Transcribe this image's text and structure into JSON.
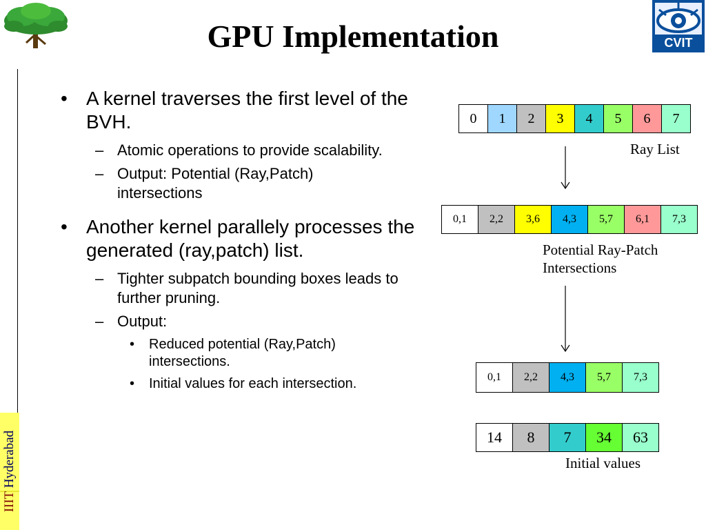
{
  "title": "GPU Implementation",
  "sidebar": {
    "part1": "IIIT",
    "part2": "Hyderabad"
  },
  "logos": {
    "left": "tree-logo",
    "right": "CVIT"
  },
  "bullets": [
    {
      "text": "A kernel traverses the first level of the BVH.",
      "subs": [
        {
          "text": "Atomic operations to provide scalability."
        },
        {
          "text": "Output: Potential (Ray,Patch) intersections"
        }
      ]
    },
    {
      "text": "Another kernel parallely processes the generated (ray,patch) list.",
      "subs": [
        {
          "text": "Tighter subpatch bounding boxes leads to further pruning."
        },
        {
          "text": "Output:",
          "subs": [
            "Reduced potential (Ray,Patch) intersections.",
            "Initial values for each intersection."
          ]
        }
      ]
    }
  ],
  "diagram": {
    "ray_list": {
      "cells": [
        "0",
        "1",
        "2",
        "3",
        "4",
        "5",
        "6",
        "7"
      ],
      "colors": [
        "#ffffff",
        "#9fd7ff",
        "#c0c0c0",
        "#ffff00",
        "#33cccc",
        "#99ff66",
        "#ff9999",
        "#99ffcc"
      ],
      "caption": "Ray List"
    },
    "potential": {
      "cells": [
        "0,1",
        "2,2",
        "3,6",
        "4,3",
        "5,7",
        "6,1",
        "7,3"
      ],
      "colors": [
        "#ffffff",
        "#c0c0c0",
        "#ffff00",
        "#00b0f0",
        "#99ff66",
        "#ff9999",
        "#99ffcc"
      ],
      "caption_line1": "Potential Ray-Patch",
      "caption_line2": "Intersections"
    },
    "reduced": {
      "cells": [
        "0,1",
        "2,2",
        "4,3",
        "5,7",
        "7,3"
      ],
      "colors": [
        "#ffffff",
        "#c0c0c0",
        "#00b0f0",
        "#99ff66",
        "#99ffcc"
      ]
    },
    "initial": {
      "cells": [
        "14",
        "8",
        "7",
        "34",
        "63"
      ],
      "colors": [
        "#ffffff",
        "#c0c0c0",
        "#33cccc",
        "#66ff33",
        "#99ffcc"
      ],
      "caption": "Initial values"
    }
  }
}
